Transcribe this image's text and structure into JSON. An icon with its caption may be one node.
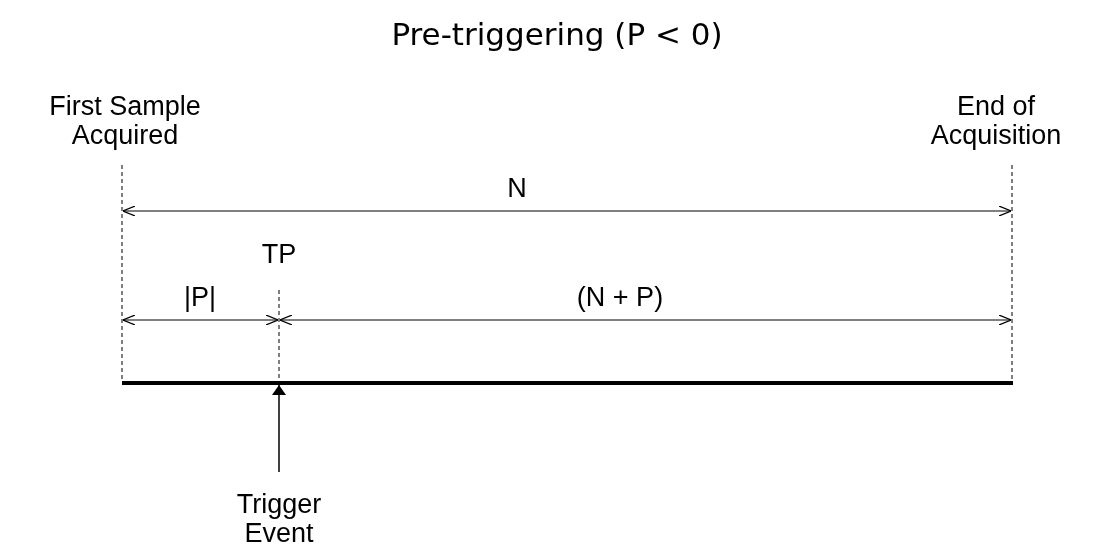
{
  "diagram": {
    "title": "Pre-triggering (P < 0)",
    "nodes": [
      {
        "text": [
          "Trigger Event"
        ]
      },
      {
        "text": [],
        "shape": "bar"
      }
    ],
    "edges": [
      {
        "from": 0,
        "to": 1,
        "arrow": "to"
      }
    ],
    "labels": [
      "First Sample Acquired",
      "End of Acquisition",
      "N",
      "TP",
      "|P|",
      "(N + P)"
    ]
  }
}
